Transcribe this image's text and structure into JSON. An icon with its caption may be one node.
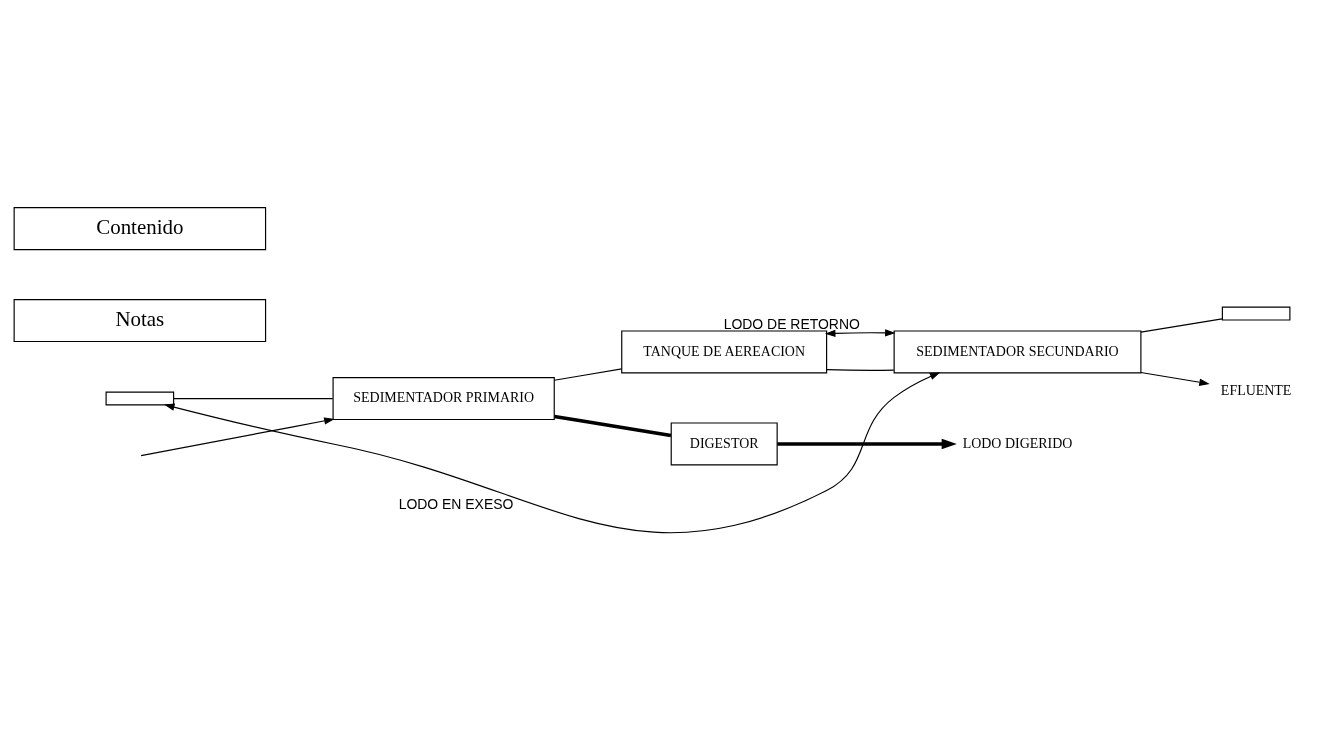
{
  "diagram": {
    "nodes": [
      {
        "text": [],
        "shape": "bar"
      },
      {
        "text": [
          "SEDIMENTADOR PRIMARIO"
        ]
      },
      {
        "text": [
          "TANQUE DE AEREACION"
        ]
      },
      {
        "text": [
          "SEDIMENTADOR SECUNDARIO"
        ]
      },
      {
        "text": [],
        "shape": "bar"
      },
      {
        "text": [
          "DIGESTOR"
        ]
      },
      {
        "text": [
          "EFLUENTE"
        ]
      },
      {
        "text": [
          "LODO DIGERIDO"
        ]
      }
    ],
    "edges": [
      {
        "from": null,
        "to": 1,
        "arrow": "to"
      },
      {
        "from": 0,
        "to": 1,
        "arrow": "none"
      },
      {
        "from": 1,
        "to": 2,
        "arrow": "none"
      },
      {
        "from": 2,
        "to": 3,
        "arrow": "none"
      },
      {
        "from": 3,
        "to": 4,
        "arrow": "none"
      },
      {
        "from": 3,
        "to": 6,
        "arrow": "to"
      },
      {
        "from": 3,
        "to": 0,
        "arrow": "both",
        "label": "LODO EN EXESO"
      },
      {
        "from": 3,
        "to": 2,
        "arrow": "both",
        "label": "LODO DE RETORNO"
      },
      {
        "from": 1,
        "to": 5,
        "arrow": "none",
        "style": "thick"
      },
      {
        "from": 5,
        "to": 7,
        "arrow": "to",
        "style": "thick"
      }
    ],
    "labels": [
      "Contenido",
      "Notas"
    ]
  }
}
